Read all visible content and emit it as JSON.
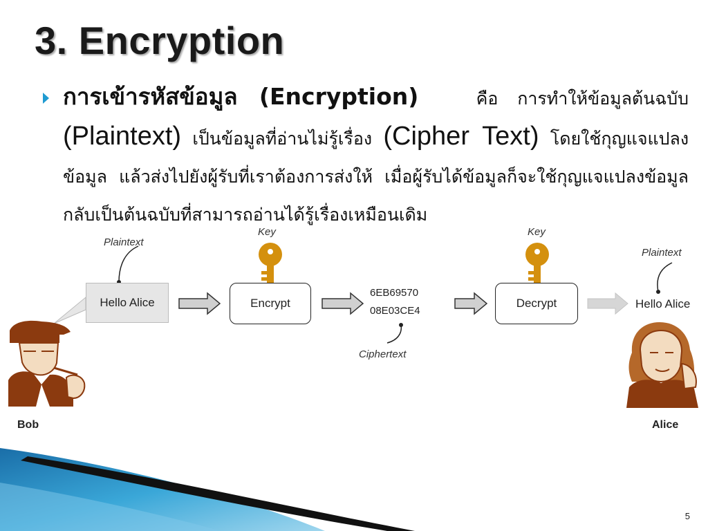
{
  "slide": {
    "title": "3. Encryption",
    "bullet": {
      "lead": "การเข้ารหัสข้อมูล (Encryption)",
      "part1": "คือ การทำให้ข้อมูลต้นฉบับ",
      "plaintext_term": "(Plaintext)",
      "part2": "เป็นข้อมูลที่อ่านไม่รู้เรื่อง",
      "cipher_term": "(Cipher Text)",
      "part3": "โดยใช้กุญแจแปลงข้อมูล แล้วส่งไปยังผู้รับที่เราต้องการส่งให้ เมื่อผู้รับได้ข้อมูลก็จะใช้กุญแจแปลงข้อมูลกลับเป็นต้นฉบับที่สามารถอ่านได้รู้เรื่องเหมือนเดิม"
    },
    "page_number": "5"
  },
  "diagram": {
    "plaintext_label_left": "Plaintext",
    "message_left": "Hello Alice",
    "key_label_encrypt": "Key",
    "encrypt_label": "Encrypt",
    "ciphertext_line1": "6EB69570",
    "ciphertext_line2": "08E03CE4",
    "ciphertext_label": "Ciphertext",
    "key_label_decrypt": "Key",
    "decrypt_label": "Decrypt",
    "plaintext_label_right": "Plaintext",
    "message_right": "Hello Alice",
    "sender_name": "Bob",
    "receiver_name": "Alice",
    "colors": {
      "key": "#d4900e",
      "arrow_fill": "#d0d0d0",
      "arrow_faded": "#bdbdbd",
      "person": "#8b3a0f",
      "bullet": "#1f9bd1"
    }
  }
}
